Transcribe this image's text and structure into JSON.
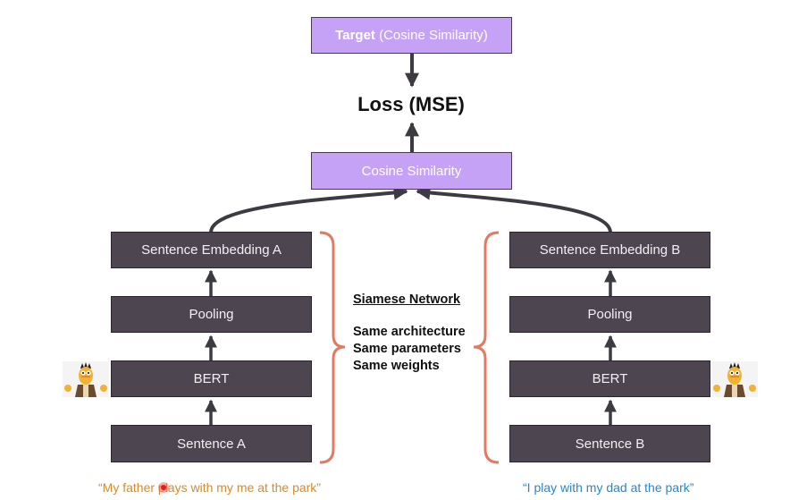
{
  "target": {
    "bold": "Target",
    "rest": " (Cosine Similarity)"
  },
  "loss": "Loss (MSE)",
  "cosine": "Cosine Similarity",
  "left": {
    "embedding": "Sentence Embedding A",
    "pooling": "Pooling",
    "bert": "BERT",
    "sentence": "Sentence A",
    "example": "“My father plays with my me at the park”"
  },
  "right": {
    "embedding": "Sentence Embedding B",
    "pooling": "Pooling",
    "bert": "BERT",
    "sentence": "Sentence B",
    "example": "“I play with my dad at the park”"
  },
  "siamese": {
    "title": "Siamese Network",
    "lines": [
      "Same architecture",
      "Same parameters",
      "Same weights"
    ]
  },
  "colors": {
    "box_dark": "#4d4550",
    "box_purple": "#c6a2f6",
    "bracket": "#e07a62",
    "left_example": "#d88a2a",
    "right_example": "#2a86c8"
  }
}
